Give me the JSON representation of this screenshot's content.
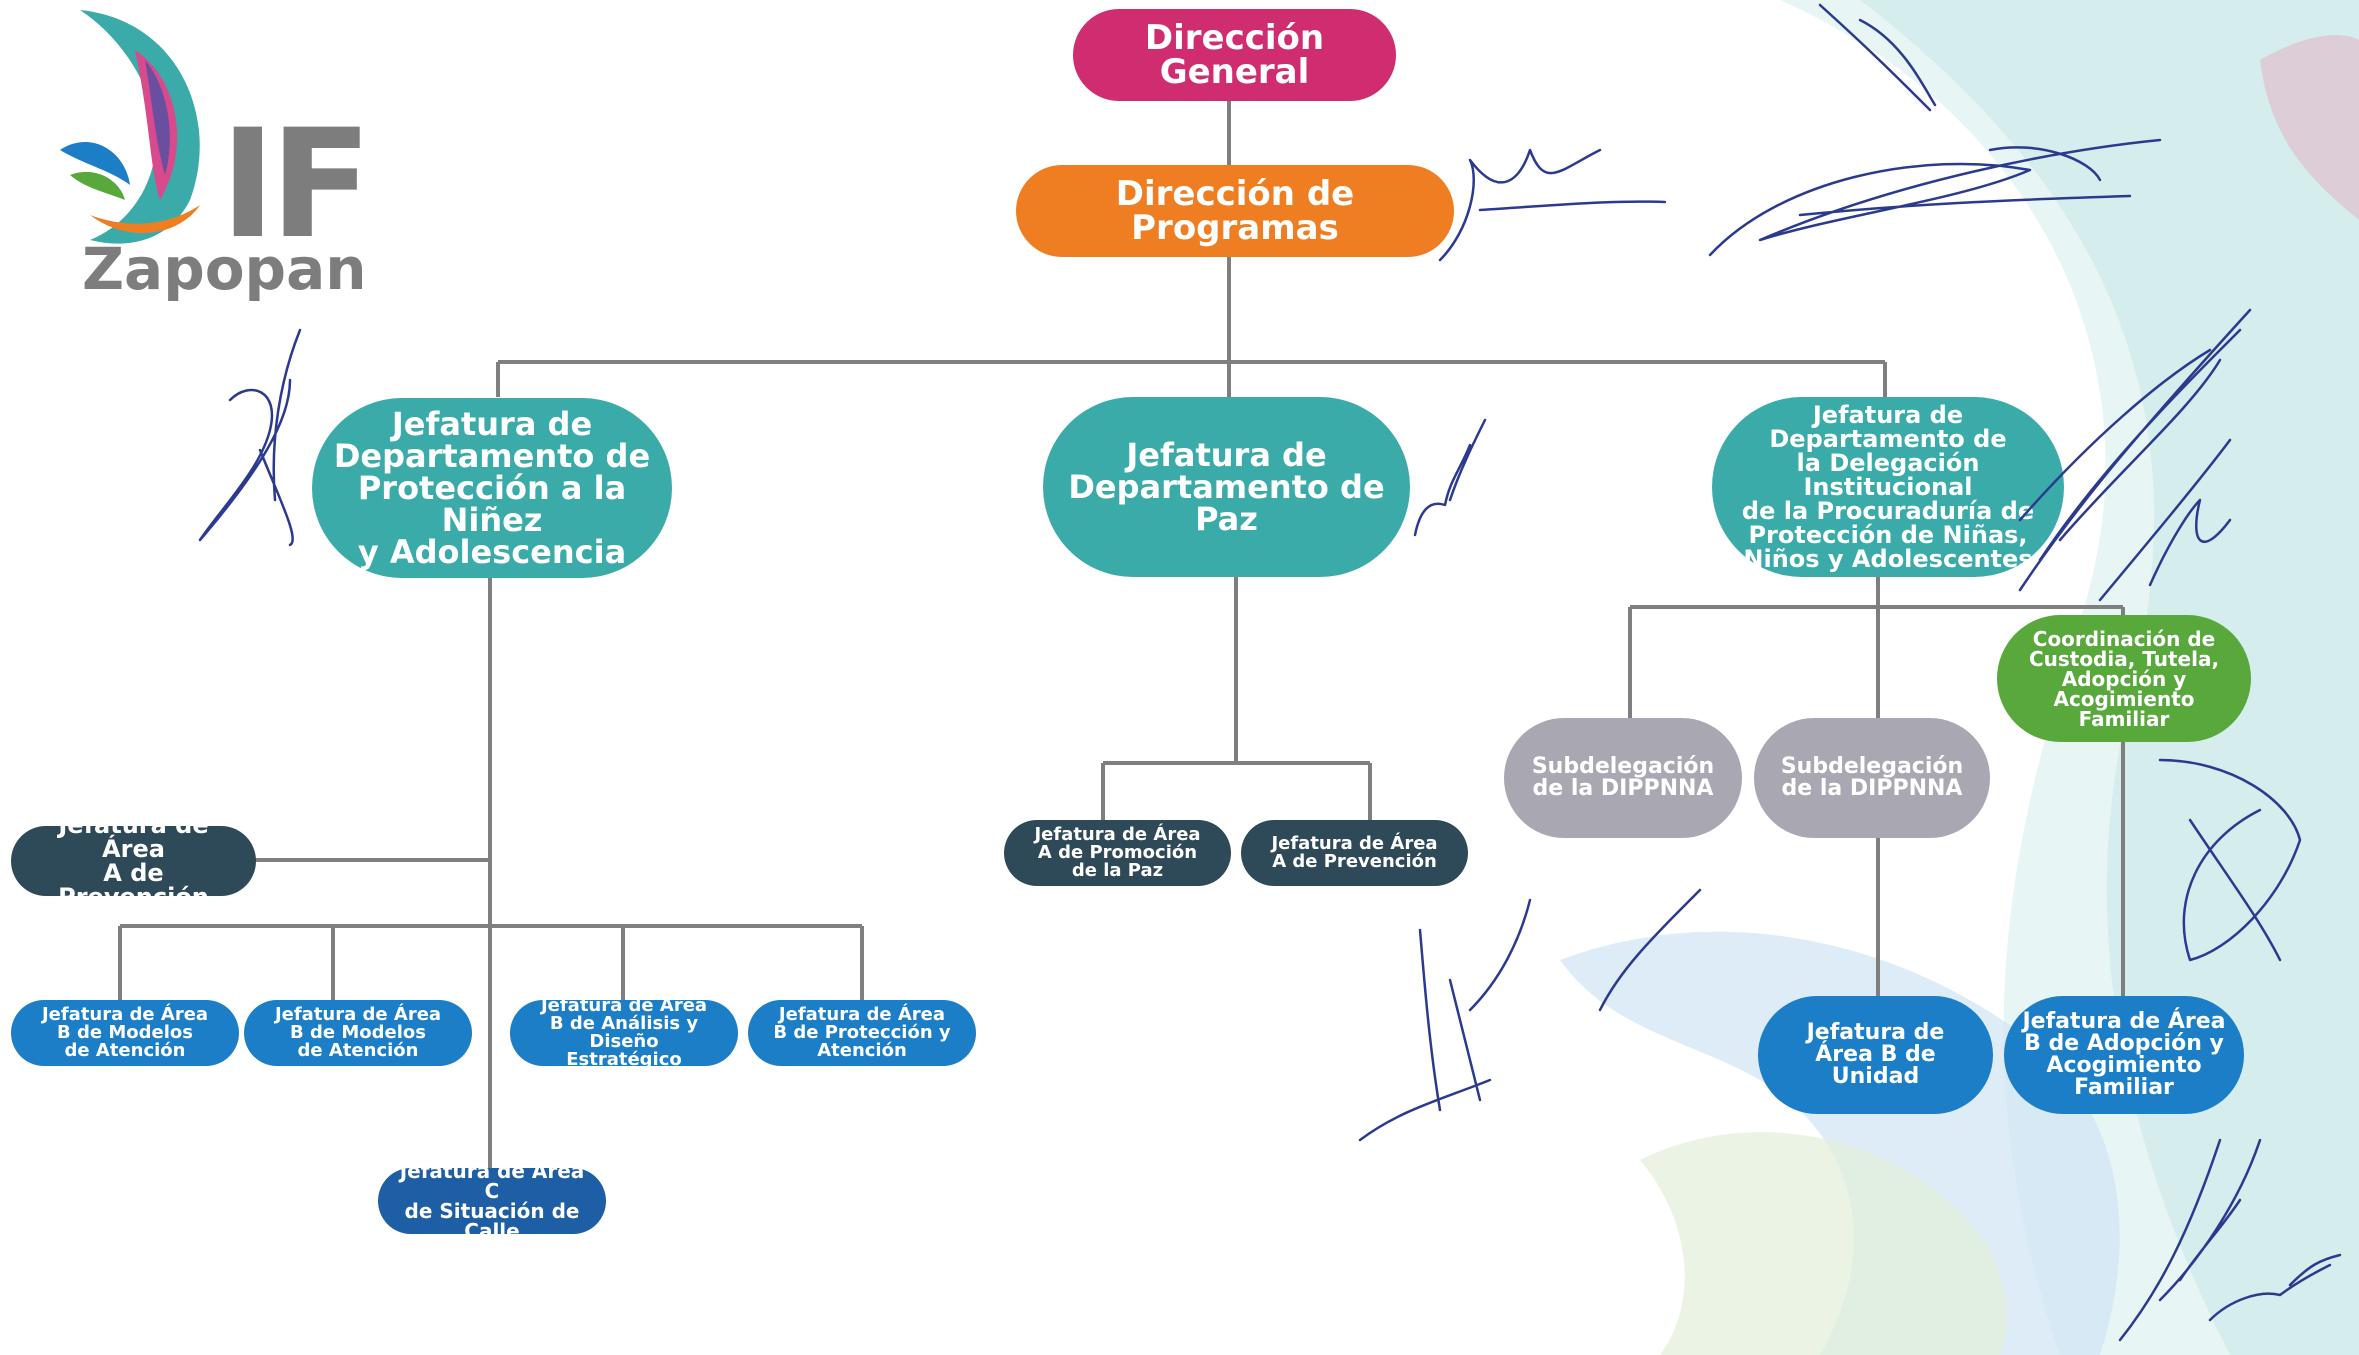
{
  "logo": {
    "acronym": "IF",
    "city": "Zapopan"
  },
  "nodes": {
    "direccion_general": "Dirección\nGeneral",
    "direccion_programas": "Dirección de\nProgramas",
    "jefatura_proteccion": "Jefatura de\nDepartamento de\nProtección a la Niñez\ny Adolescencia",
    "jefatura_paz": "Jefatura de\nDepartamento de\nPaz",
    "jefatura_delegacion": "Jefatura de\nDepartamento de\nla Delegación Institucional\nde la Procuraduría de\nProtección de Niñas,\nNiños y Adolescentes",
    "jefatura_prevencion_a": "Jefatura de Área\nA de Prevención",
    "modelos_atencion_1": "Jefatura de Área\nB de Modelos\nde Atención",
    "modelos_atencion_2": "Jefatura de Área\nB de Modelos\nde Atención",
    "analisis_diseno": "Jefatura de Área\nB de Análisis y Diseño\nEstratégico",
    "proteccion_atencion": "Jefatura de Área\nB de Protección y\nAtención",
    "situacion_calle": "Jefatura de Área C\nde Situación de Calle",
    "promocion_paz": "Jefatura de Área\nA de Promoción\nde la Paz",
    "prevencion_paz": "Jefatura de Área\nA de Prevención",
    "subdelegacion_1": "Subdelegación\nde la DIPPNNA",
    "subdelegacion_2": "Subdelegación\nde la DIPPNNA",
    "coordinacion_custodia": "Coordinación de\nCustodia, Tutela,\nAdopción y\nAcogimiento Familiar",
    "area_b_unidad": "Jefatura de\nÁrea B de\nUnidad",
    "adopcion_acogimiento": "Jefatura de Área\nB de Adopción y\nAcogimiento\nFamiliar"
  },
  "colors": {
    "direccion_general": "#cf2d6f",
    "direccion_programas": "#ef7d22",
    "jefatura_departamento": "#3aaba9",
    "subdelegacion": "#a9a7b2",
    "coordinacion": "#58a83b",
    "area_a": "#2e4957",
    "area_b": "#1b7ec6",
    "area_c": "#1d5ea5",
    "connector": "#7f7f7f",
    "signature_ink": "#2b3a8f"
  }
}
